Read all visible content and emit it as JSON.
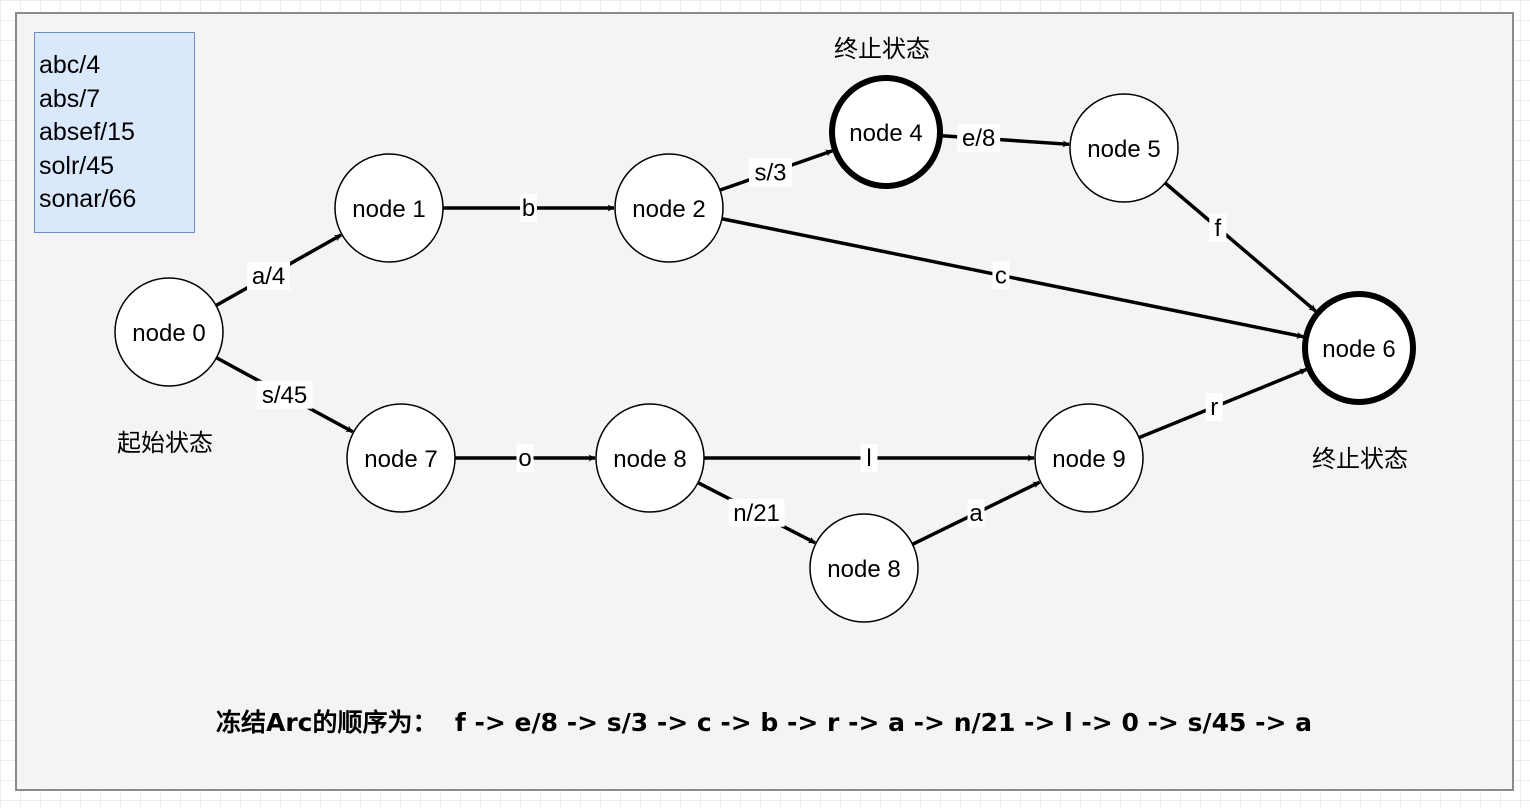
{
  "word_list": [
    "abc/4",
    "abs/7",
    "absef/15",
    "solr/45",
    "sonar/66"
  ],
  "nodes": {
    "n0": {
      "label": "node 0",
      "final": false
    },
    "n1": {
      "label": "node 1",
      "final": false
    },
    "n2": {
      "label": "node 2",
      "final": false
    },
    "n4": {
      "label": "node 4",
      "final": true
    },
    "n5": {
      "label": "node 5",
      "final": false
    },
    "n6": {
      "label": "node 6",
      "final": true
    },
    "n7": {
      "label": "node 7",
      "final": false
    },
    "n8a": {
      "label": "node 8",
      "final": false
    },
    "n8b": {
      "label": "node 8",
      "final": false
    },
    "n9": {
      "label": "node 9",
      "final": false
    }
  },
  "edges": [
    {
      "from": "n0",
      "to": "n1",
      "label": "a/4"
    },
    {
      "from": "n1",
      "to": "n2",
      "label": "b"
    },
    {
      "from": "n2",
      "to": "n4",
      "label": "s/3"
    },
    {
      "from": "n4",
      "to": "n5",
      "label": "e/8"
    },
    {
      "from": "n5",
      "to": "n6",
      "label": "f"
    },
    {
      "from": "n2",
      "to": "n6",
      "label": "c"
    },
    {
      "from": "n0",
      "to": "n7",
      "label": "s/45"
    },
    {
      "from": "n7",
      "to": "n8a",
      "label": "o"
    },
    {
      "from": "n8a",
      "to": "n9",
      "label": "l"
    },
    {
      "from": "n8a",
      "to": "n8b",
      "label": "n/21"
    },
    {
      "from": "n8b",
      "to": "n9",
      "label": "a"
    },
    {
      "from": "n9",
      "to": "n6",
      "label": "r"
    }
  ],
  "labels": {
    "start_state": "起始状态",
    "final_state_top": "终止状态",
    "final_state_right": "终止状态"
  },
  "caption": "冻结Arc的顺序为：  f -> e/8 -> s/3 -> c -> b -> r -> a -> n/21 -> l -> 0 -> s/45 -> a"
}
